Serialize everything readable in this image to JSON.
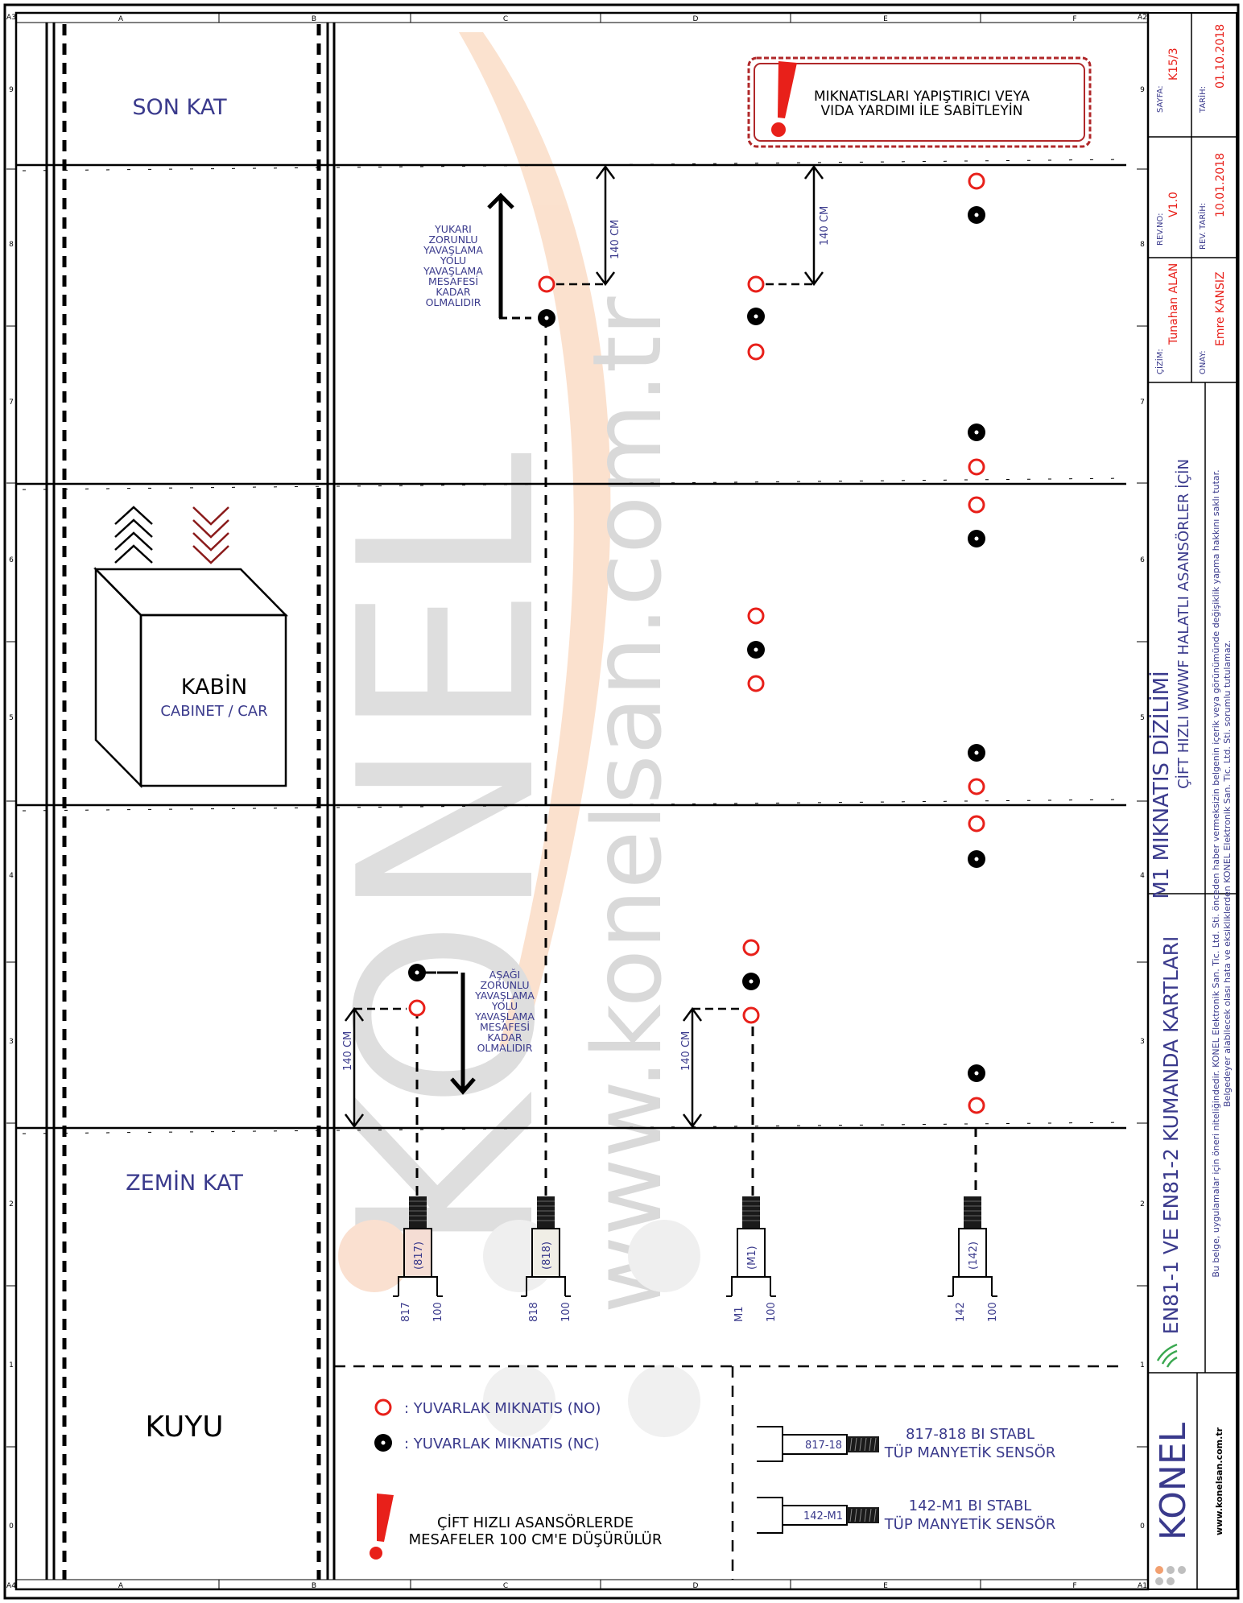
{
  "border": {
    "columns": [
      "A",
      "B",
      "C",
      "D",
      "E",
      "F"
    ],
    "rows": [
      "9",
      "8",
      "7",
      "6",
      "5",
      "4",
      "3",
      "2",
      "1",
      "0"
    ],
    "corners": {
      "top_left": "A3",
      "top_right": "A2",
      "bottom_left": "A4",
      "bottom_right": "A1"
    }
  },
  "floors": {
    "top": "SON KAT",
    "ground": "ZEMİN KAT",
    "pit": "KUYU"
  },
  "cabin": {
    "title": "KABİN",
    "subtitle": "CABINET / CAR"
  },
  "notice": {
    "line1": "MIKNATISLARI YAPIŞTIRICI VEYA",
    "line2": "VIDA YARDIMI İLE SABİTLEYİN"
  },
  "upper_note": [
    "YUKARI",
    "ZORUNLU",
    "YAVAŞLAMA",
    "YOLU",
    "YAVAŞLAMA",
    "MESAFESİ",
    "KADAR",
    "OLMALIDIR"
  ],
  "lower_note": [
    "AŞAĞI",
    "ZORUNLU",
    "YAVAŞLAMA",
    "YOLU",
    "YAVAŞLAMA",
    "MESAFESİ",
    "KADAR",
    "OLMALIDIR"
  ],
  "distances": {
    "d1": "140 CM",
    "d2": "140 CM",
    "d3": "140 CM",
    "d4": "140 CM"
  },
  "sensors": [
    {
      "body": "(817)",
      "left": "817",
      "right": "100"
    },
    {
      "body": "(818)",
      "left": "818",
      "right": "100"
    },
    {
      "body": "(M1)",
      "left": "M1",
      "right": "100"
    },
    {
      "body": "(142)",
      "left": "142",
      "right": "100"
    }
  ],
  "legend": {
    "no": ": YUVARLAK MIKNATIS (NO)",
    "nc": ": YUVARLAK MIKNATIS (NC)",
    "warning_line1": "ÇİFT HIZLI ASANSÖRLERDE",
    "warning_line2": "MESAFELER 100 CM'E DÜŞÜRÜLÜR",
    "sensor1_tag": "817-18",
    "sensor1_line1": "817-818 BI STABL",
    "sensor1_line2": "TÜP MANYETİK SENSÖR",
    "sensor2_tag": "142-M1",
    "sensor2_line1": "142-M1 BI STABL",
    "sensor2_line2": "TÜP MANYETİK SENSÖR"
  },
  "title_block": {
    "page_label": "SAYFA:",
    "page": "K15/3",
    "date_label": "TARİH:",
    "date": "01.10.2018",
    "rev_label": "REV.NO:",
    "rev": "V1.0",
    "rev_date_label": "REV. TARİH:",
    "rev_date": "10.01.2018",
    "drawn_label": "ÇİZİM:",
    "drawn": "Tunahan ALAN",
    "approved_label": "ONAY:",
    "approved": "Emre KANSIZ",
    "title": "M1 MIKNATIS DİZİLİMİ",
    "subtitle": "ÇİFT HIZLI WWWF HALATLI ASANSÖRLER İÇİN",
    "series": "EN81-1 VE EN81-2 KUMANDA KARTLARI",
    "disclaimer1": "Bu belge, uygulamalar için öneri niteliğindedir. KONEL Elektronik San. Tic. Ltd. Sti. önceden haber vermeksizin belgenin içerik veya görünümünde değişiklik yapma hakkını saklı tutar.",
    "disclaimer2": "Belgedeyer alabilecek olası hata ve eksikliklerden KONEL Elektronik San. Tic. Ltd. Sti. sorumlu tutulamaz.",
    "logo": "KONEL",
    "website": "www.konelsan.com.tr"
  },
  "watermark": {
    "brand": "KONEL",
    "url": "www.konelsan.com.tr"
  },
  "colors": {
    "navy": "#3a3a8c",
    "red": "#e8201a",
    "dark_red": "#b0282a",
    "orange": "#f4a46a"
  }
}
